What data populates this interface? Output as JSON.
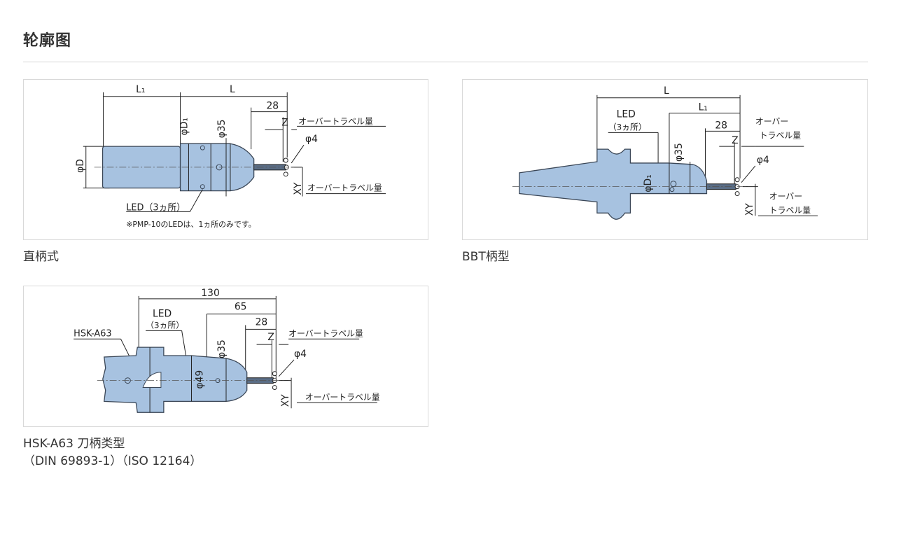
{
  "section": {
    "title": "轮廓图"
  },
  "figures": [
    {
      "id": "straight",
      "caption": "直柄式",
      "labels": {
        "l1": "L₁",
        "l": "L",
        "d28": "28",
        "z": "Z",
        "overtravel_top": "オーバートラベル量",
        "phi4": "φ4",
        "phi_d": "φD",
        "phi_d1": "φD₁",
        "phi35": "φ35",
        "xy": "XY",
        "overtravel_bottom": "オーバートラベル量",
        "led": "LED（3ヵ所）",
        "note": "※PMP-10のLEDは、1ヵ所のみです。"
      }
    },
    {
      "id": "bbt",
      "caption": "BBT柄型",
      "labels": {
        "l": "L",
        "l1": "L₁",
        "d28": "28",
        "z": "Z",
        "led1": "LED",
        "led2": "（3ヵ所）",
        "over1a": "オーバー",
        "over1b": "トラベル量",
        "phi35": "φ35",
        "phi_d1": "φD₁",
        "phi4": "φ4",
        "xy": "XY",
        "over2a": "オーバー",
        "over2b": "トラベル量"
      }
    },
    {
      "id": "hsk",
      "caption": "HSK-A63 刀柄类型",
      "caption2": "（DIN 69893-1）（ISO 12164）",
      "labels": {
        "d130": "130",
        "d65": "65",
        "d28": "28",
        "z": "Z",
        "led1": "LED",
        "led2": "（3ヵ所）",
        "hsk": "HSK-A63",
        "overtravel_top": "オーバートラベル量",
        "phi35": "φ35",
        "phi4": "φ4",
        "phi49": "φ49",
        "xy": "XY",
        "overtravel_bottom": "オーバートラベル量"
      }
    }
  ]
}
